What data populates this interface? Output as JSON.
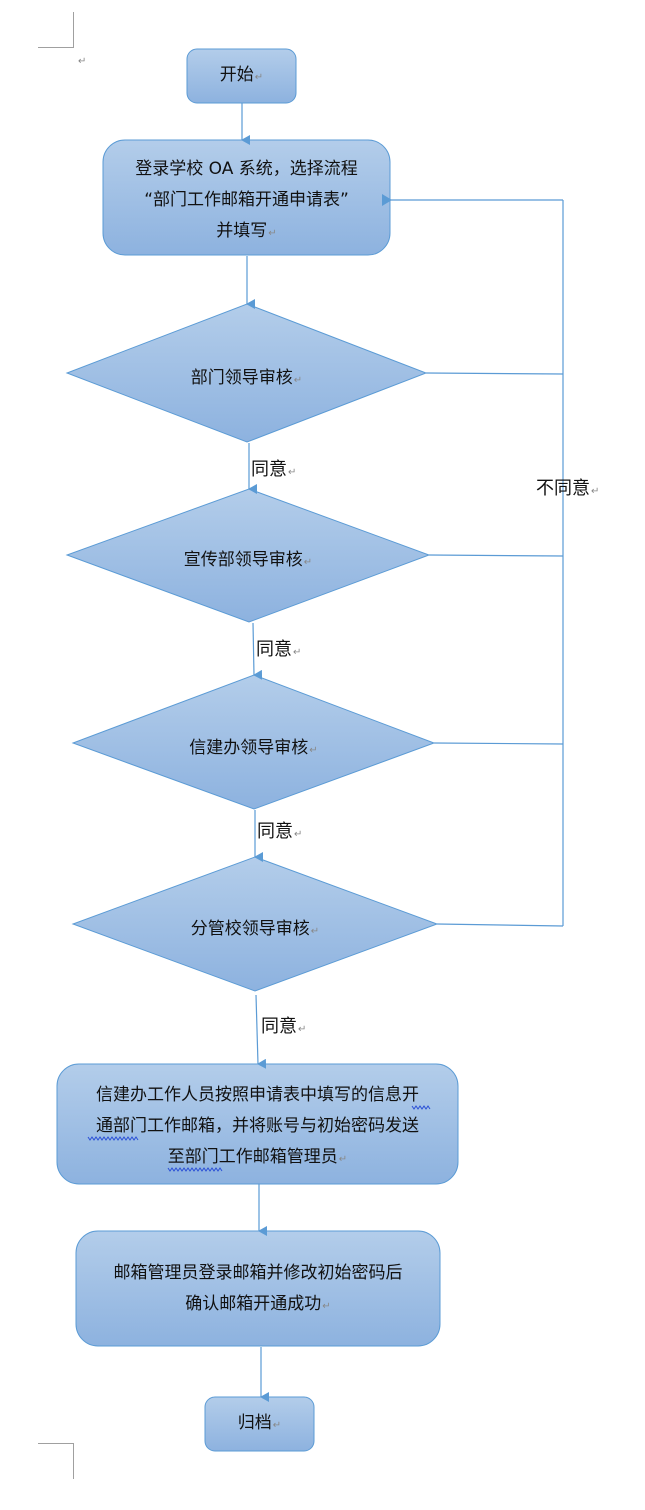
{
  "document": {
    "paragraph_mark": "↵"
  },
  "flowchart": {
    "start": {
      "label": "开始"
    },
    "step1": {
      "lines": [
        "登录学校 OA 系统，选择流程",
        "“部门工作邮箱开通申请表”",
        "并填写"
      ]
    },
    "decisions": [
      {
        "label": "部门领导审核"
      },
      {
        "label": "宣传部领导审核"
      },
      {
        "label": "信建办领导审核"
      },
      {
        "label": "分管校领导审核"
      }
    ],
    "agree_label": "同意",
    "disagree_label": "不同意",
    "step2": {
      "lines": [
        "信建办工作人员按照申请表中填写的信息开",
        "通部门工作邮箱，并将账号与初始密码发送",
        "至部门工作邮箱管理员"
      ]
    },
    "step3": {
      "lines": [
        "邮箱管理员登录邮箱并修改初始密码后",
        "确认邮箱开通成功"
      ]
    },
    "end": {
      "label": "归档"
    }
  },
  "colors": {
    "fill_top": "#b1cbe9",
    "fill_bottom": "#8fb4e0",
    "stroke": "#5b9bd5",
    "connector": "#5b9bd5"
  }
}
